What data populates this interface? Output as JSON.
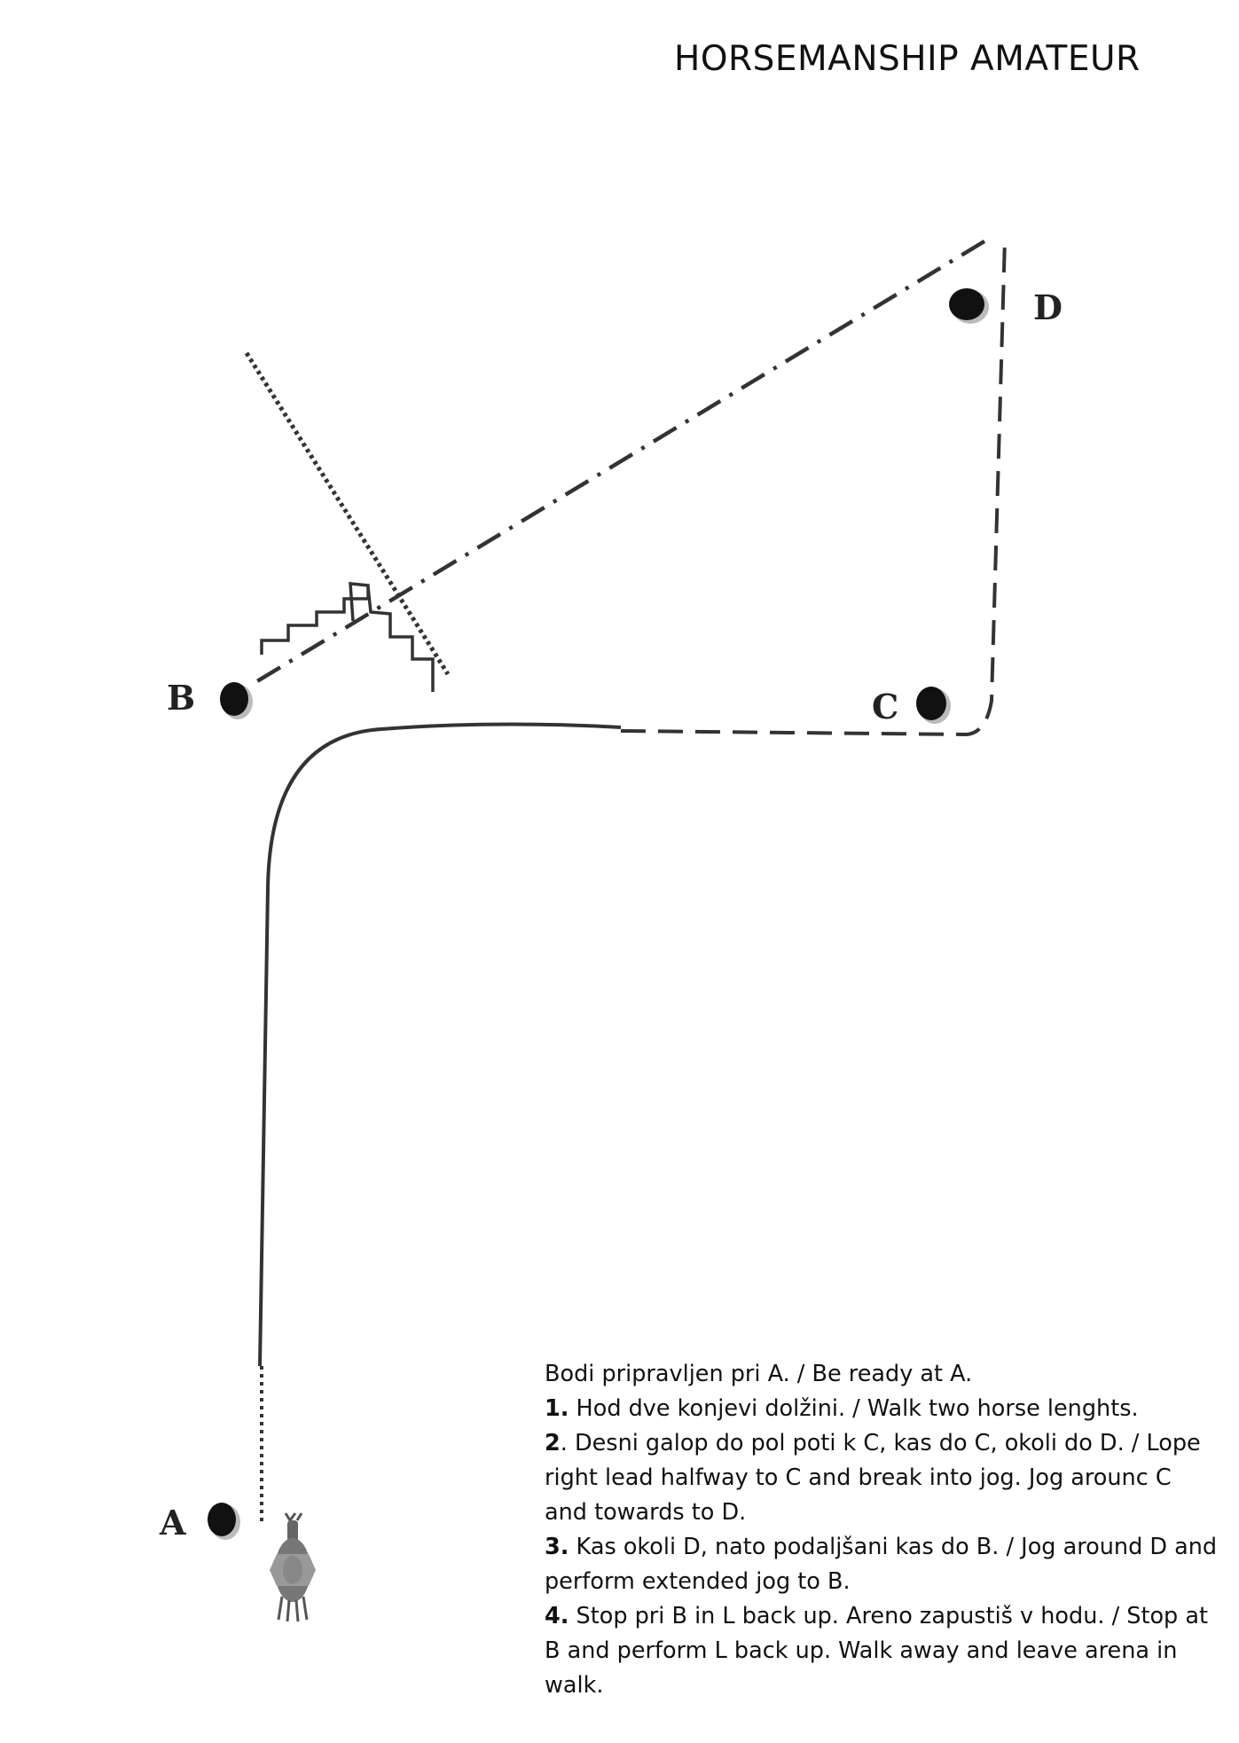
{
  "title": "HORSEMANSHIP AMATEUR",
  "cones": {
    "a": "A",
    "b": "B",
    "c": "C",
    "d": "D"
  },
  "instructions": {
    "intro": "Bodi pripravljen pri A. / Be ready at A.",
    "steps": [
      {
        "number": "1.",
        "text": " Hod dve konjevi dolžini. / Walk two horse lenghts."
      },
      {
        "number": "2",
        "text": ". Desni galop do pol poti k C, kas do C, okoli do D. / Lope right lead halfway to C and break into jog. Jog arounc C and towards to D."
      },
      {
        "number": "3.",
        "text": " Kas okoli D, nato podaljšani kas do B. / Jog around D and perform extended jog to B."
      },
      {
        "number": "4.",
        "text": " Stop pri B in L back up. Areno zapustiš v hodu. / Stop at B and perform L back up. Walk away and leave arena in walk."
      }
    ]
  }
}
